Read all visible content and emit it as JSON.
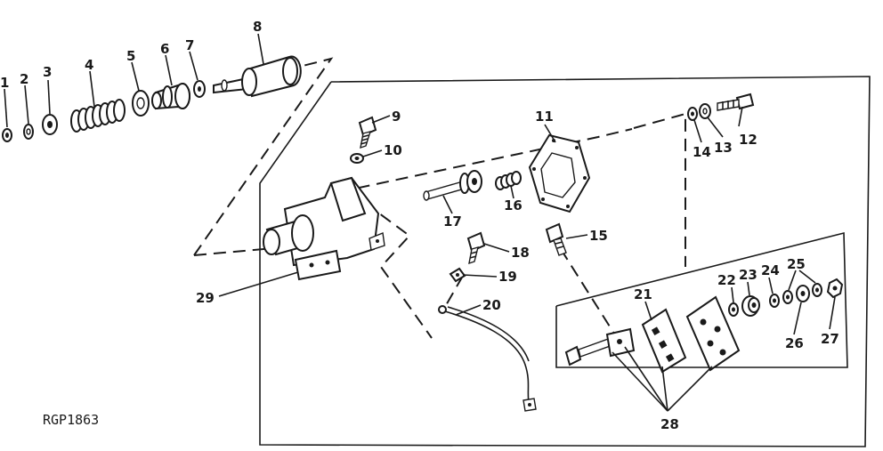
{
  "figure_code": "RGP1863",
  "callouts": [
    "1",
    "2",
    "3",
    "4",
    "5",
    "6",
    "7",
    "8",
    "9",
    "10",
    "11",
    "12",
    "13",
    "14",
    "15",
    "16",
    "17",
    "18",
    "19",
    "20",
    "21",
    "22",
    "23",
    "24",
    "25",
    "26",
    "27",
    "28",
    "29"
  ],
  "colors": {
    "ink": "#1a1a1a",
    "paper": "#ffffff"
  }
}
